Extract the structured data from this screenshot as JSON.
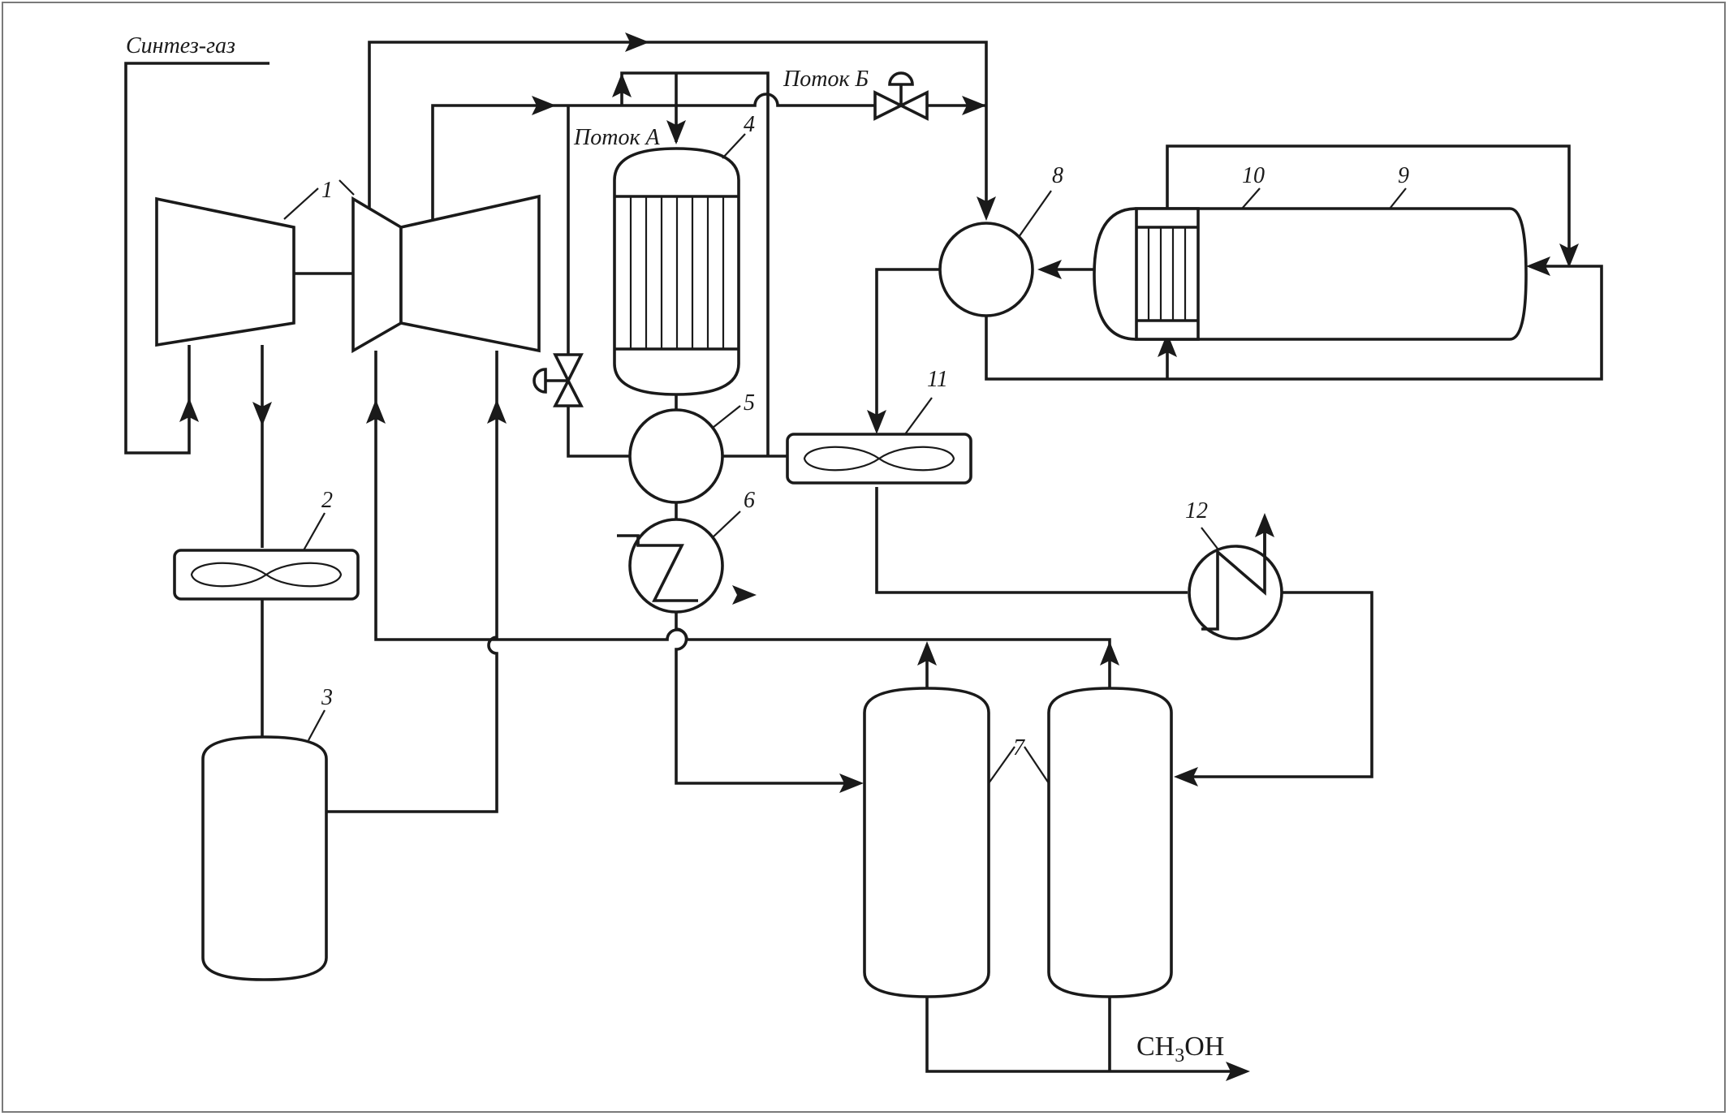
{
  "labels": {
    "syngas": "Синтез-газ",
    "stream_a": "Поток А",
    "stream_b": "Поток Б",
    "product_main": "CH",
    "product_sub": "3",
    "product_tail": "OH"
  },
  "equipment_numbers": {
    "n1": "1",
    "n2": "2",
    "n3": "3",
    "n4": "4",
    "n5": "5",
    "n6": "6",
    "n7": "7",
    "n8": "8",
    "n9": "9",
    "n10": "10",
    "n11": "11",
    "n12": "12"
  },
  "colors": {
    "line": "#1a1a1a",
    "background": "#ffffff",
    "frame": "#7a7a7a"
  }
}
